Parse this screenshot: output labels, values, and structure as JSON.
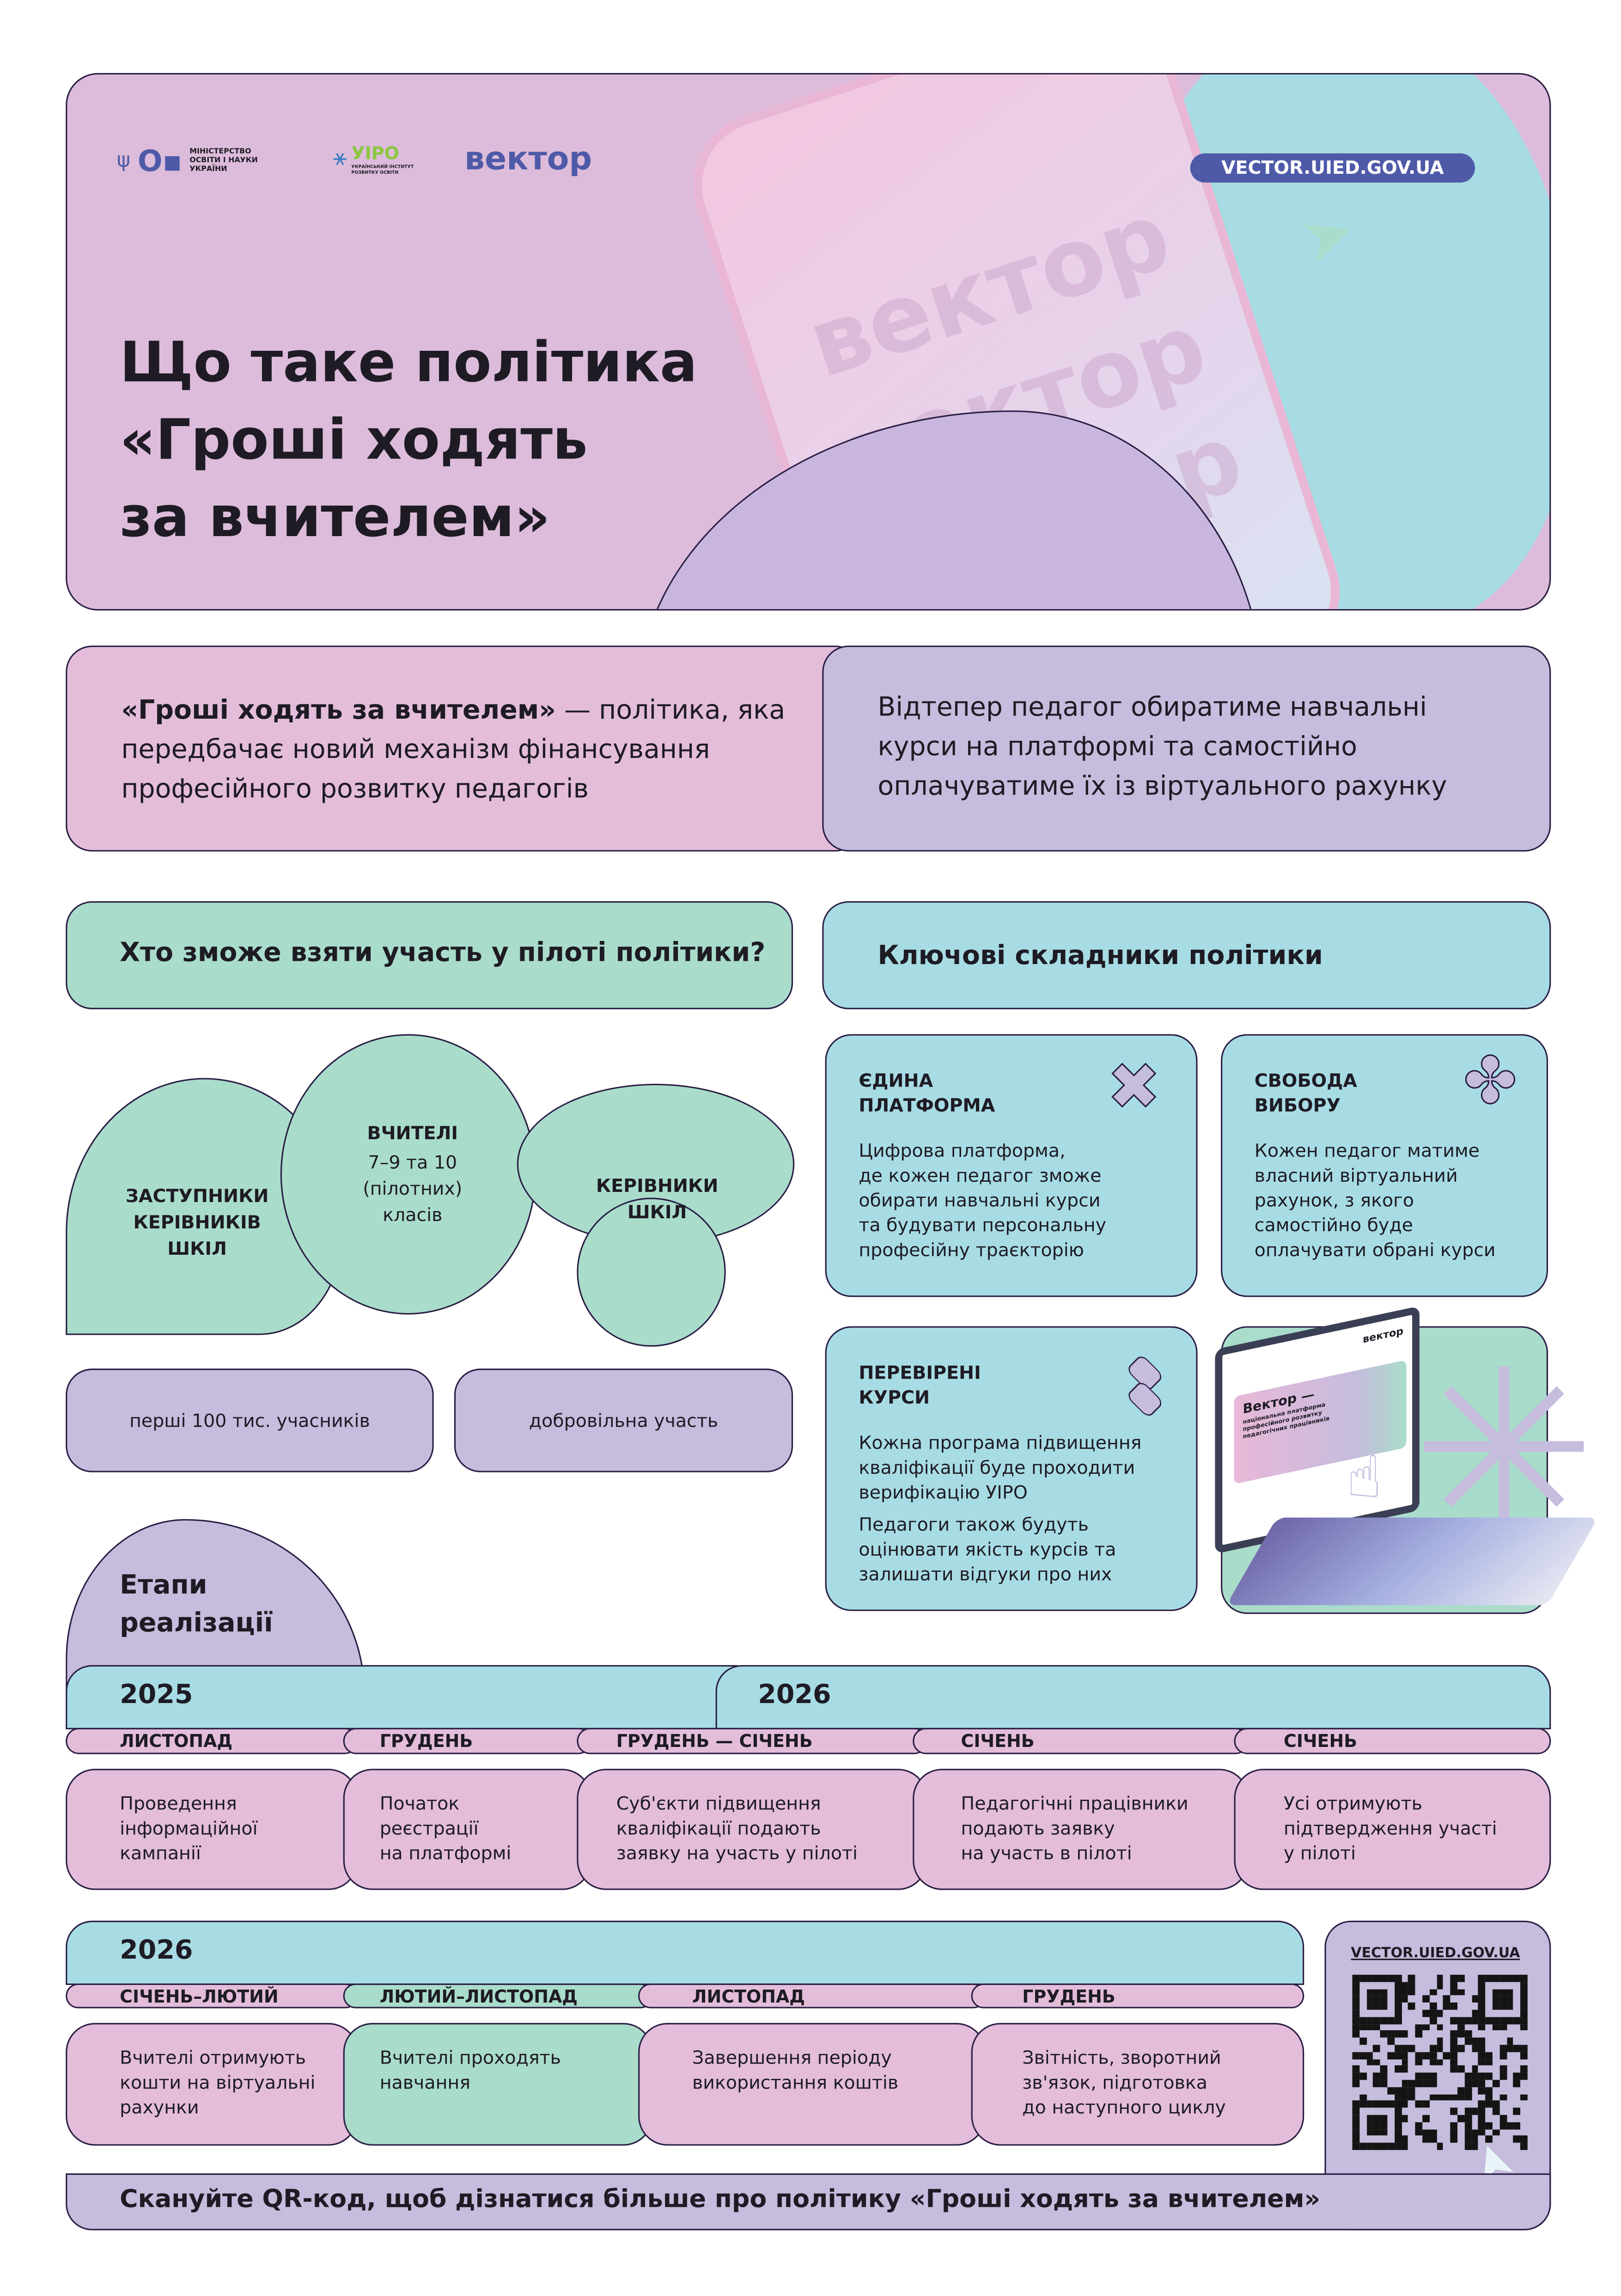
{
  "header": {
    "logos": {
      "ministry": "МІНІСТЕРСТВО\nОСВІТИ І НАУКИ\nУКРАЇНИ",
      "uiro": "УІРО",
      "uiro_sub": "УКРАЇНСЬКИЙ ІНСТИТУТ\nРОЗВИТКУ ОСВІТИ",
      "vector": "вектор"
    },
    "url": "VECTOR.UIED.GOV.UA",
    "title": "Що таке політика\n«Гроші ходять\nза вчителем»",
    "phone_watermark": "вектор"
  },
  "intro": {
    "left_bold": "«Гроші ходять за вчителем»",
    "left_rest": " — політика, яка передбачає новий механізм фінансування професійного розвитку педагогів",
    "right": "Відтепер педагог обиратиме навчальні курси на платформі та самостійно оплачуватиме їх із віртуального рахунку"
  },
  "participants": {
    "heading": "Хто зможе взяти участь у пілоті політики?",
    "groups": [
      "ЗАСТУПНИКИ\nКЕРІВНИКІВ\nШКІЛ",
      "ВЧИТЕЛІ",
      "КЕРІВНИКИ\nШКІЛ"
    ],
    "teachers_detail": "7–9 та 10\n(пілотних)\nкласів",
    "pills": [
      "перші 100 тис. учасників",
      "добровільна участь"
    ]
  },
  "components": {
    "heading": "Ключові складники політики",
    "cards": [
      {
        "title": "ЄДИНА\nПЛАТФОРМА",
        "text": "Цифрова платформа,\nде кожен педагог зможе\nобирати навчальні курси\nта будувати персональну\nпрофесійну траєкторію"
      },
      {
        "title": "СВОБОДА\nВИБОРУ",
        "text": "Кожен педагог матиме\nвласний віртуальний\nрахунок, з якого\nсамостійно буде\nоплачувати обрані курси"
      },
      {
        "title": "ПЕРЕВІРЕНІ\nКУРСИ",
        "text": "Кожна програма підвищення\nкваліфікації буде проходити\nверифікацію УІРО",
        "text2": "Педагоги також будуть\nоцінювати якість курсів та\nзалишати відгуки про них"
      }
    ],
    "laptop_screen": {
      "brand": "вектор",
      "headline": "Вектор —",
      "sub": "національна платформа\nпрофесійного розвитку\nпедагогічних працівників"
    }
  },
  "stages": {
    "heading": "Етапи\nреалізації",
    "row1": {
      "years": [
        "2025",
        "2026"
      ],
      "items": [
        {
          "month": "ЛИСТОПАД",
          "text": "Проведення\nінформаційної\nкампанії"
        },
        {
          "month": "ГРУДЕНЬ",
          "text": "Початок\nреєстрації\nна платформі"
        },
        {
          "month": "ГРУДЕНЬ — СІЧЕНЬ",
          "text": "Суб'єкти підвищення\nкваліфікації подають\nзаявку на участь у пілоті"
        },
        {
          "month": "СІЧЕНЬ",
          "text": "Педагогічні працівники\nподають заявку\nна участь в пілоті"
        },
        {
          "month": "СІЧЕНЬ",
          "text": "Усі отримують\nпідтвердження участі\nу пілоті"
        }
      ]
    },
    "row2": {
      "year": "2026",
      "items": [
        {
          "month": "СІЧЕНЬ–ЛЮТИЙ",
          "text": "Вчителі отримують\nкошти на віртуальні\nрахунки"
        },
        {
          "month": "ЛЮТИЙ–ЛИСТОПАД",
          "text": "Вчителі проходять\nнавчання"
        },
        {
          "month": "ЛИСТОПАД",
          "text": "Завершення періоду\nвикористання коштів"
        },
        {
          "month": "ГРУДЕНЬ",
          "text": "Звітність, зворотний\nзв'язок, підготовка\nдо наступного циклу"
        }
      ]
    }
  },
  "qr": {
    "url": "VECTOR.UIED.GOV.UA"
  },
  "footer": {
    "cta": "Скануйте QR-код, щоб дізнатися більше про політику «Гроші ходять за вчителем»"
  },
  "colors": {
    "pink": "#e3bdd9",
    "lavender": "#c6bcdd",
    "teal": "#a8dce4",
    "mint": "#a9dccb",
    "brand": "#4e5aa8",
    "outline": "#2a1e45"
  }
}
